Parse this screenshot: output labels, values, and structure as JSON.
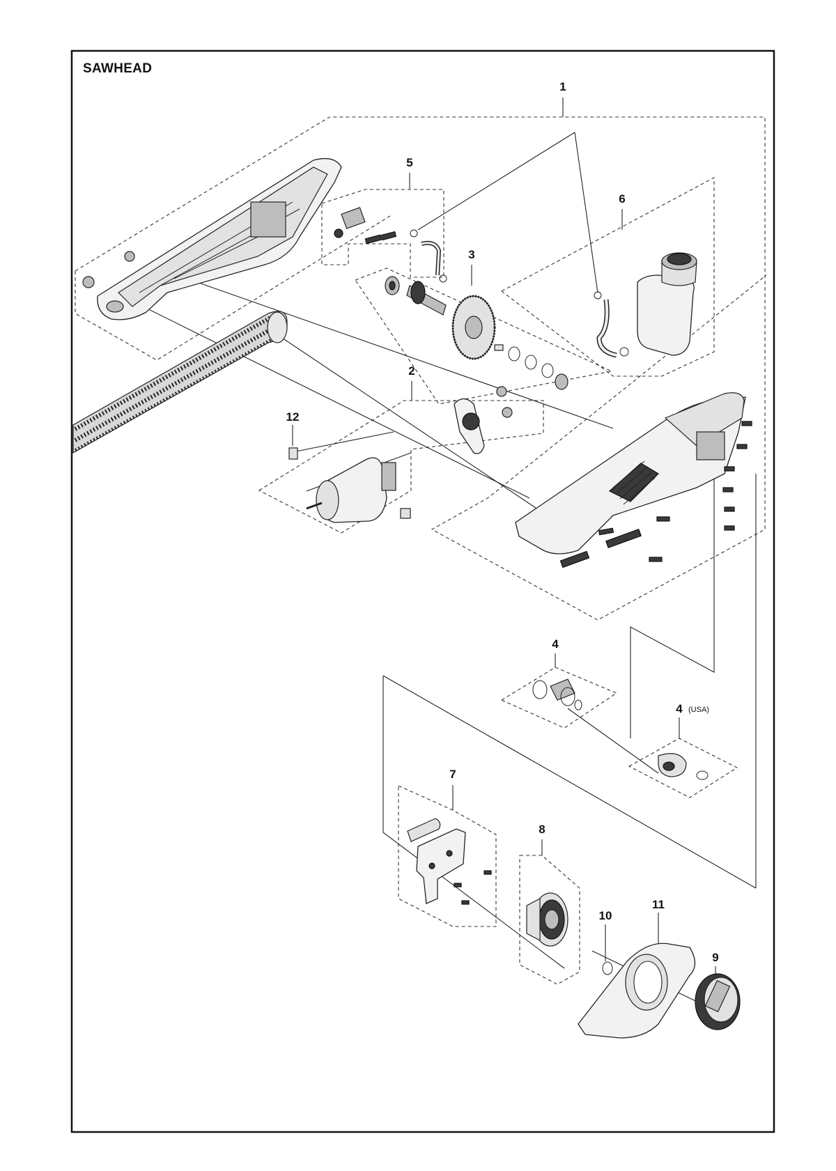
{
  "diagram": {
    "title": "SAWHEAD",
    "callouts": [
      {
        "id": "1",
        "label": "1"
      },
      {
        "id": "2",
        "label": "2"
      },
      {
        "id": "3",
        "label": "3"
      },
      {
        "id": "4",
        "label": "4"
      },
      {
        "id": "4-usa",
        "label": "4",
        "note": "(USA)"
      },
      {
        "id": "5",
        "label": "5"
      },
      {
        "id": "6",
        "label": "6"
      },
      {
        "id": "7",
        "label": "7"
      },
      {
        "id": "8",
        "label": "8"
      },
      {
        "id": "9",
        "label": "9"
      },
      {
        "id": "10",
        "label": "10"
      },
      {
        "id": "11",
        "label": "11"
      },
      {
        "id": "12",
        "label": "12"
      }
    ]
  }
}
